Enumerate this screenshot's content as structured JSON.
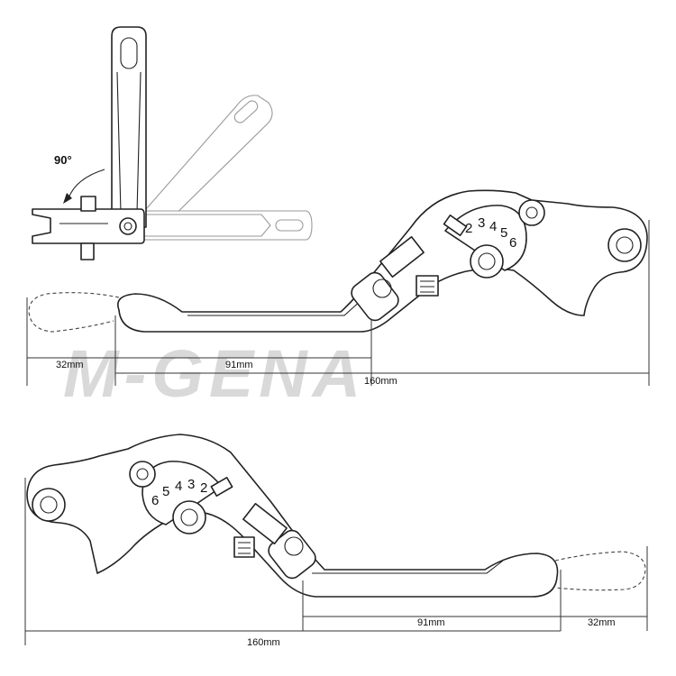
{
  "watermark": "M-GENA",
  "fold_view": {
    "angle_label": "90°"
  },
  "top_view": {
    "dims": {
      "tip": "32mm",
      "reach": "91mm",
      "total": "160mm"
    },
    "dial": [
      "2",
      "3",
      "4",
      "5",
      "6"
    ]
  },
  "bottom_view": {
    "dims": {
      "tip": "32mm",
      "reach": "91mm",
      "total": "160mm"
    },
    "dial": [
      "6",
      "5",
      "4",
      "3",
      "2"
    ]
  },
  "colors": {
    "line": "#222222",
    "faded": "#9a9a9a",
    "watermark": "#d9d9d9"
  }
}
